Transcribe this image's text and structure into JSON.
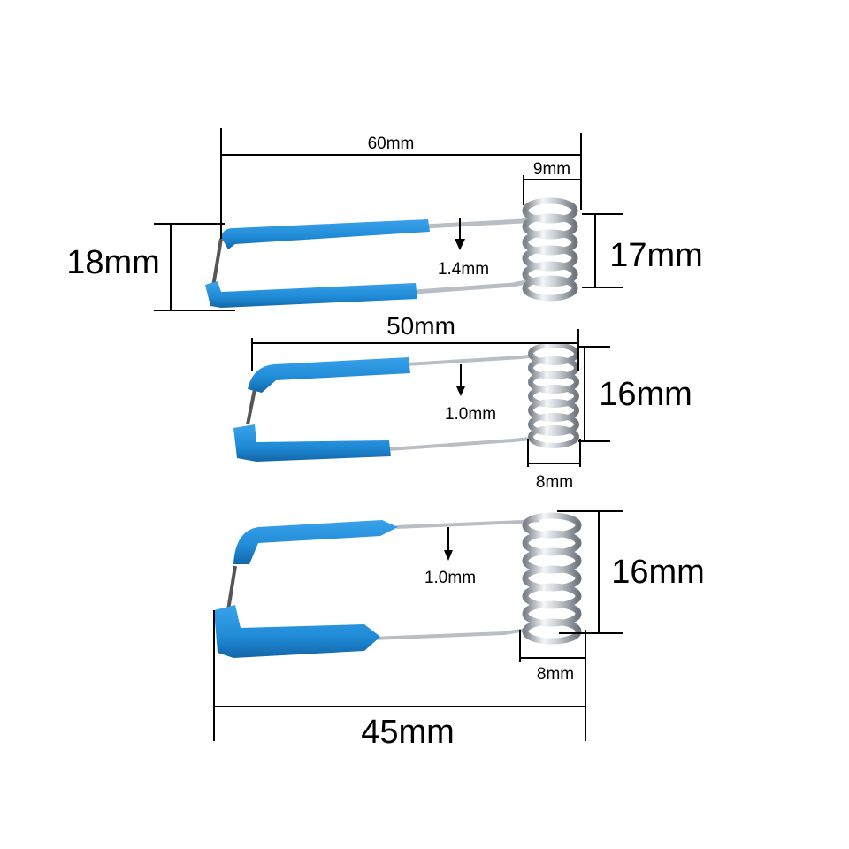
{
  "colors": {
    "background": "#ffffff",
    "sleeve": "#1f8ad6",
    "sleeve_shadow": "#1466a8",
    "wire": "#b9bec4",
    "dimension_line": "#000000"
  },
  "springs": [
    {
      "labels": {
        "length": "60mm",
        "coil_width": "9mm",
        "height": "18mm",
        "coil_height": "17mm",
        "wire_diameter": "1.4mm"
      }
    },
    {
      "labels": {
        "length": "50mm",
        "coil_height": "16mm",
        "coil_width": "8mm",
        "wire_diameter": "1.0mm"
      }
    },
    {
      "labels": {
        "coil_height": "16mm",
        "coil_width": "8mm",
        "wire_diameter": "1.0mm",
        "length": "45mm"
      }
    }
  ]
}
